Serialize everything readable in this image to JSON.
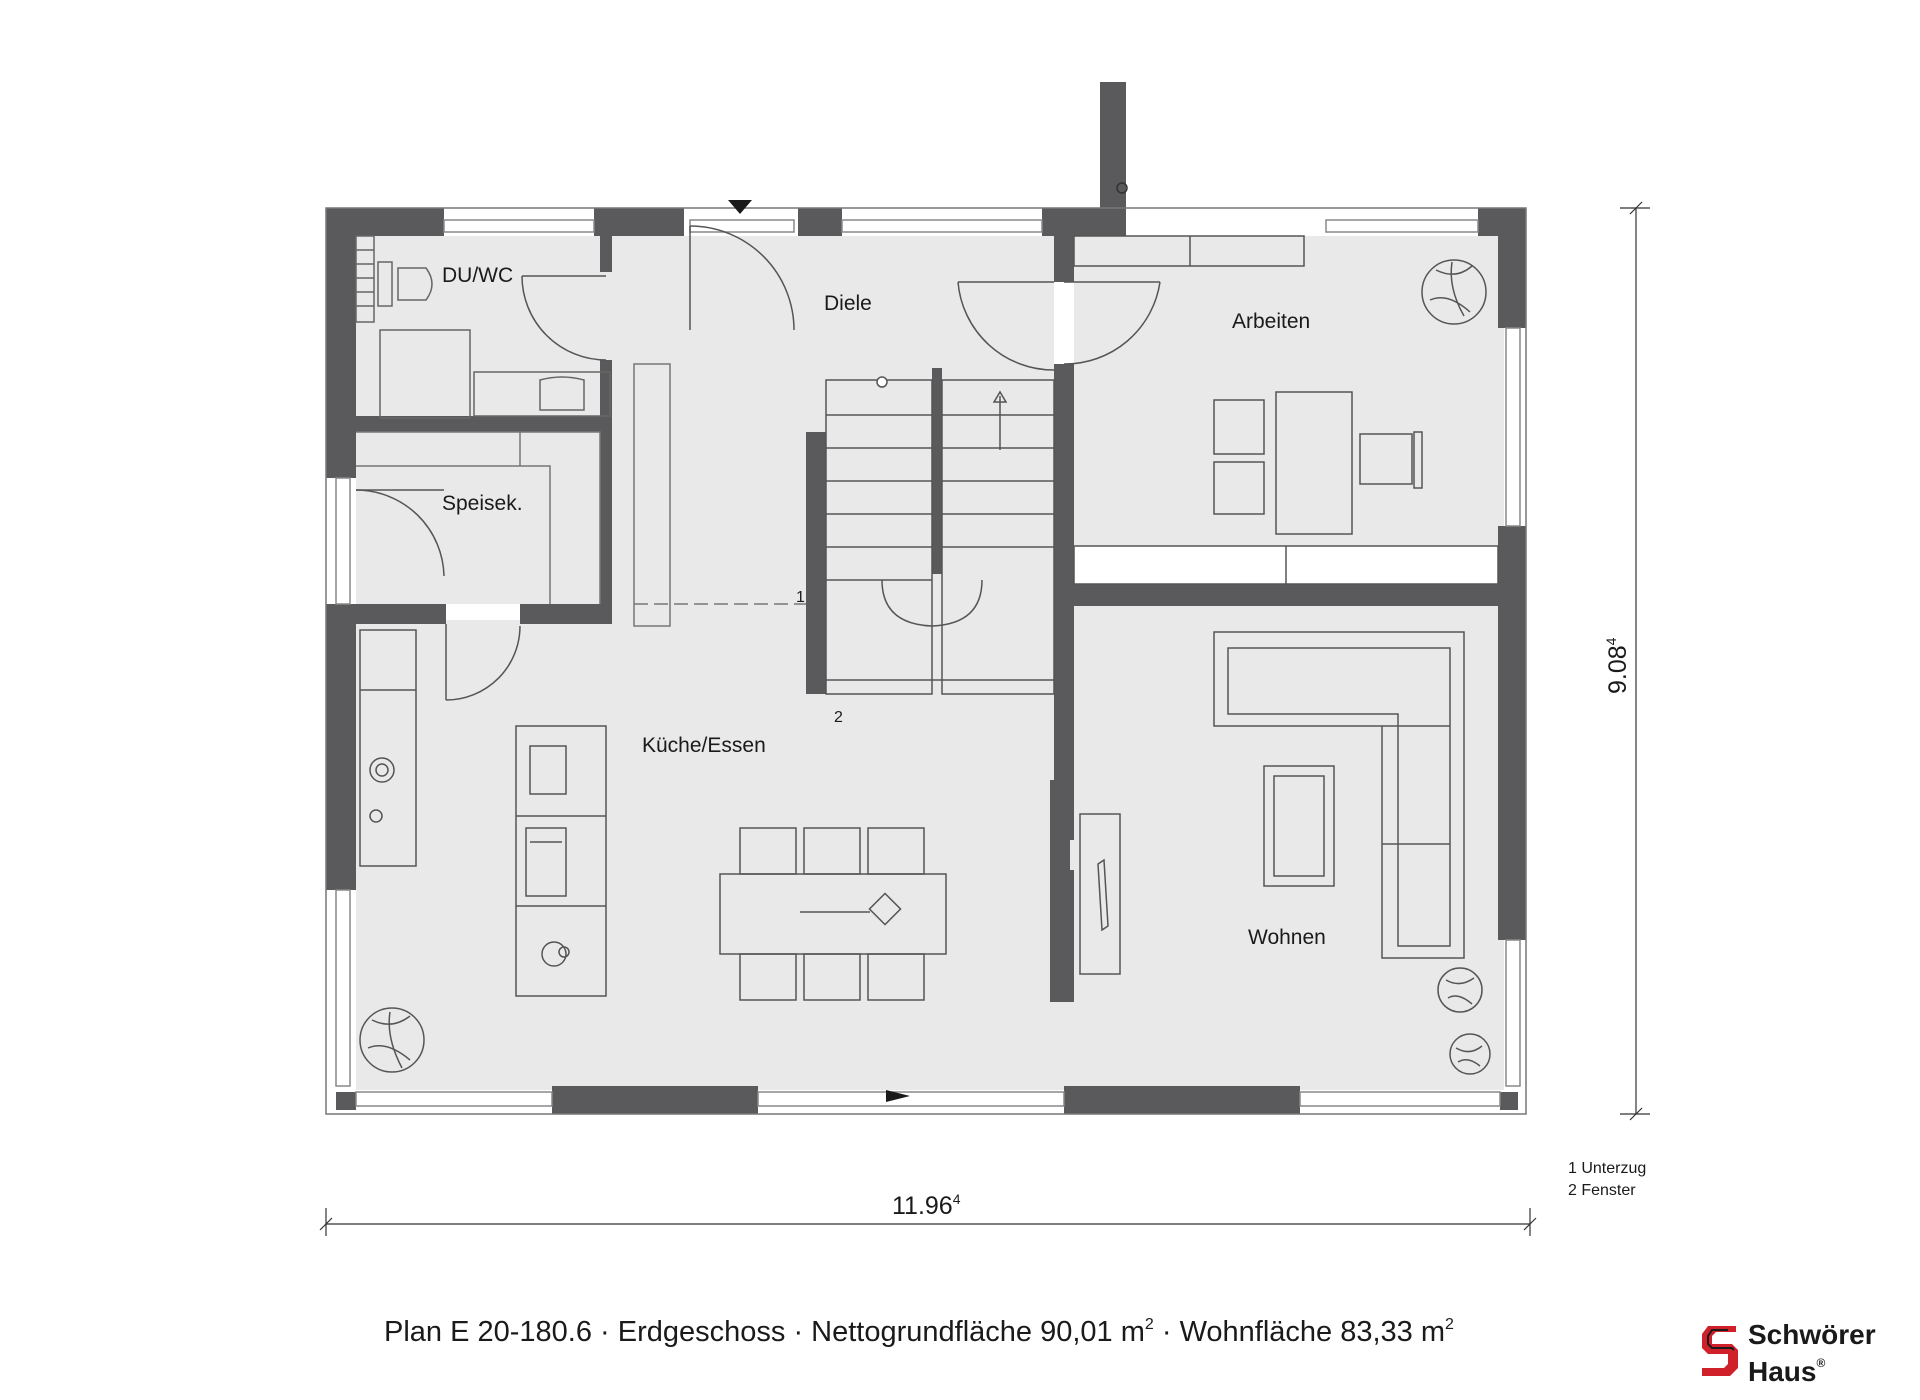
{
  "plan": {
    "rooms": {
      "du_wc": "DU/WC",
      "diele": "Diele",
      "arbeiten": "Arbeiten",
      "speisek": "Speisek.",
      "kueche_essen": "Küche/Essen",
      "wohnen": "Wohnen"
    },
    "markers": {
      "unterzug": "1",
      "fenster": "2"
    },
    "dimensions": {
      "width": "11.96",
      "width_sup": "4",
      "height": "9.08",
      "height_sup": "4"
    }
  },
  "legend": {
    "line1": "1 Unterzug",
    "line2": "2 Fenster"
  },
  "caption": {
    "part1": "Plan E 20-180.6 · Erdgeschoss · Nettogrundfläche 90,01 m",
    "sup1": "2",
    "part2": " · Wohnfläche 83,33 m",
    "sup2": "2"
  },
  "logo": {
    "line1": "Schwörer",
    "line2": "Haus",
    "mark": "®"
  },
  "colors": {
    "wall": "#5a5a5c",
    "floor": "#e9e9ea",
    "furniture_stroke": "#555555",
    "brand_red": "#d0202a"
  }
}
